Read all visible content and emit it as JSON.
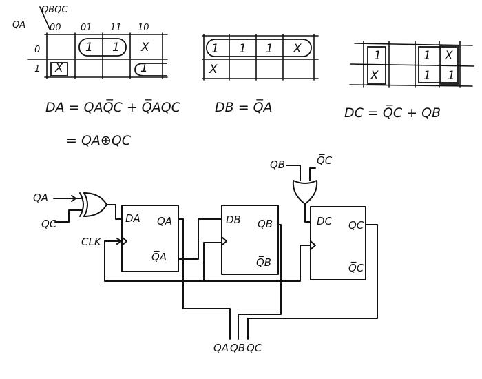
{
  "kmap_a": {
    "corner_row": "QA",
    "corner_col": "QBQC",
    "col_headers": [
      "00",
      "01",
      "11",
      "10"
    ],
    "row_headers": [
      "0",
      "1"
    ],
    "rows": [
      [
        "",
        "1",
        "1",
        "X"
      ],
      [
        "X",
        "",
        "",
        "1"
      ]
    ]
  },
  "kmap_b": {
    "rows": [
      [
        "1",
        "1",
        "1",
        "X"
      ],
      [
        "X",
        "",
        "",
        ""
      ]
    ]
  },
  "kmap_c": {
    "rows": [
      [
        "1",
        "",
        "1",
        "X"
      ],
      [
        "X",
        "",
        "1",
        "1"
      ]
    ]
  },
  "equations": {
    "da_1": "DA = QAQ̅C + Q̅AQC",
    "da_2": "= QA⊕QC",
    "db": "DB = Q̅A",
    "dc": "DC = Q̅C + QB"
  },
  "circuit": {
    "xor_in_a": "QA",
    "xor_in_b": "QC",
    "clk": "CLK",
    "or_in_a": "QB",
    "or_in_b": "Q̅C",
    "ff_a": {
      "d": "DA",
      "q": "QA",
      "qbar": "Q̅A"
    },
    "ff_b": {
      "d": "DB",
      "q": "QB",
      "qbar": "Q̅B"
    },
    "ff_c": {
      "d": "DC",
      "q": "QC",
      "qbar": "Q̅C"
    },
    "outputs": [
      "QA",
      "QB",
      "QC"
    ]
  }
}
